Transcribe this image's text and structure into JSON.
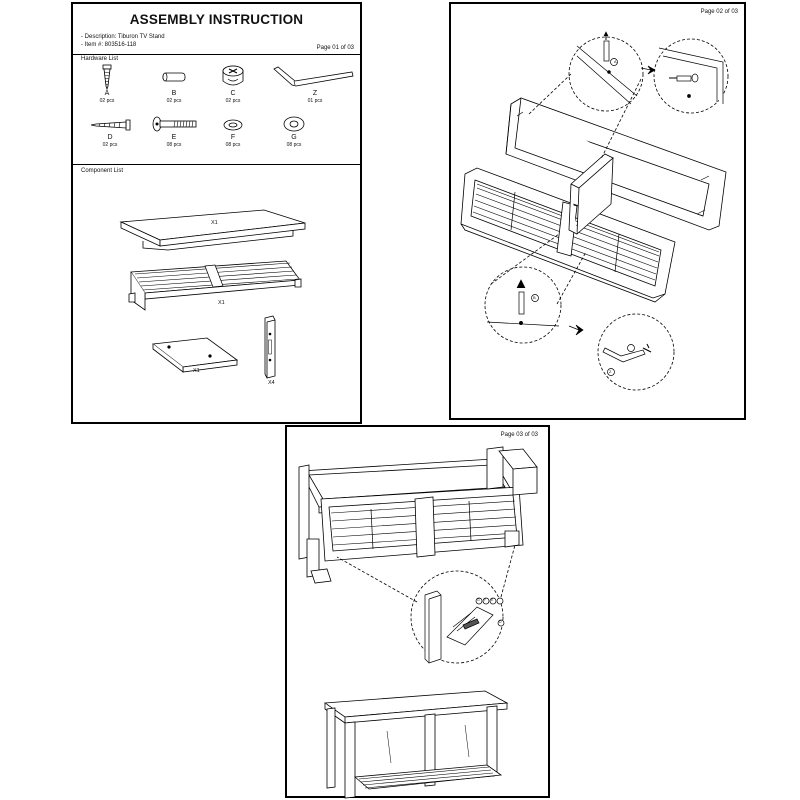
{
  "page1": {
    "title": "ASSEMBLY INSTRUCTION",
    "description": "- Description: Tiburon TV Stand",
    "item": "- Item #: 803516-118",
    "page_label": "Page 01 of 03",
    "hardware_label": "Hardware List",
    "component_label": "Component List",
    "hardware": [
      {
        "letter": "A",
        "qty": "02 pcs",
        "icon": "screw-icon"
      },
      {
        "letter": "B",
        "qty": "02 pcs",
        "icon": "dowel-icon"
      },
      {
        "letter": "C",
        "qty": "02 pcs",
        "icon": "cam-lock-icon"
      },
      {
        "letter": "Z",
        "qty": "01 pcs",
        "icon": "allen-key-icon"
      },
      {
        "letter": "D",
        "qty": "02 pcs",
        "icon": "screw-icon"
      },
      {
        "letter": "E",
        "qty": "08 pcs",
        "icon": "bolt-icon"
      },
      {
        "letter": "F",
        "qty": "08 pcs",
        "icon": "washer-icon"
      },
      {
        "letter": "G",
        "qty": "08 pcs",
        "icon": "washer-icon"
      }
    ],
    "components": [
      {
        "qty": "X1",
        "icon": "top-panel-icon"
      },
      {
        "qty": "X1",
        "icon": "slatted-shelf-icon"
      },
      {
        "qty": "X1",
        "icon": "side-panel-icon"
      },
      {
        "qty": "X4",
        "icon": "leg-icon"
      }
    ]
  },
  "page2": {
    "page_label": "Page 02 of 03",
    "callouts": [
      "A",
      "B",
      "Z"
    ]
  },
  "page3": {
    "page_label": "Page 03 of 03",
    "callouts": [
      "G",
      "F",
      "E",
      "D"
    ]
  }
}
